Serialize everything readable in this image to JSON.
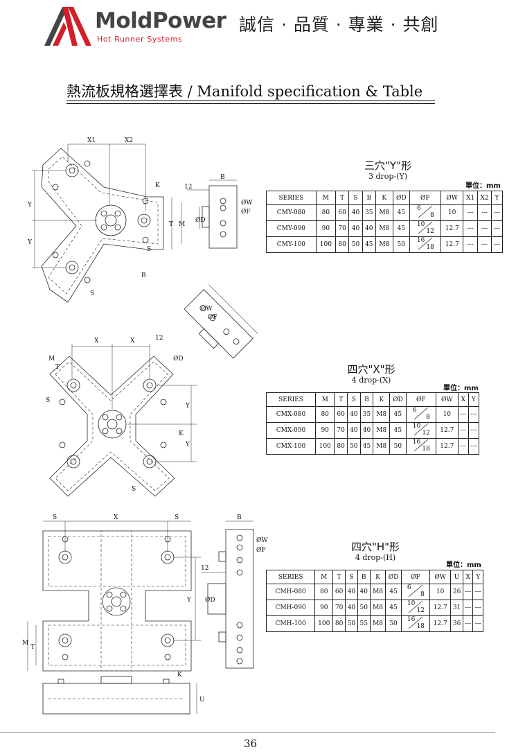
{
  "header": {
    "brand": "MoldPower",
    "sub_brand": "Hot Runner Systems",
    "slogan": "誠信 · 品質 · 專業 · 共創"
  },
  "title": "熱流板規格選擇表 / Manifold specification & Table",
  "sections": {
    "y": {
      "zh": "三穴\"Y\"形",
      "en": "3 drop-(Y)",
      "unit": "單位：mm",
      "headers": [
        "SERIES",
        "M",
        "T",
        "S",
        "B",
        "K",
        "ØD",
        "ØF",
        "ØW",
        "X1",
        "X2",
        "Y"
      ],
      "rows": [
        {
          "series": "CMY-080",
          "M": "80",
          "T": "60",
          "S": "40",
          "B": "35",
          "K": "M8",
          "D": "45",
          "F1": "6",
          "F2": "8",
          "W": "10",
          "c1": "---",
          "c2": "---",
          "c3": "---"
        },
        {
          "series": "CMY-090",
          "M": "90",
          "T": "70",
          "S": "40",
          "B": "40",
          "K": "M8",
          "D": "45",
          "F1": "10",
          "F2": "12",
          "W": "12.7",
          "c1": "---",
          "c2": "---",
          "c3": "---"
        },
        {
          "series": "CMY-100",
          "M": "100",
          "T": "80",
          "S": "50",
          "B": "45",
          "K": "M8",
          "D": "50",
          "F1": "16",
          "F2": "18",
          "W": "12.7",
          "c1": "---",
          "c2": "---",
          "c3": "---"
        }
      ]
    },
    "x": {
      "zh": "四穴\"X\"形",
      "en": "4 drop-(X)",
      "unit": "單位：mm",
      "headers": [
        "SERIES",
        "M",
        "T",
        "S",
        "B",
        "K",
        "ØD",
        "ØF",
        "ØW",
        "X",
        "Y"
      ],
      "rows": [
        {
          "series": "CMX-080",
          "M": "80",
          "T": "60",
          "S": "40",
          "B": "35",
          "K": "M8",
          "D": "45",
          "F1": "6",
          "F2": "8",
          "W": "10",
          "c1": "---",
          "c2": "---"
        },
        {
          "series": "CMX-090",
          "M": "90",
          "T": "70",
          "S": "40",
          "B": "40",
          "K": "M8",
          "D": "45",
          "F1": "10",
          "F2": "12",
          "W": "12.7",
          "c1": "---",
          "c2": "---"
        },
        {
          "series": "CMX-100",
          "M": "100",
          "T": "80",
          "S": "50",
          "B": "45",
          "K": "M8",
          "D": "50",
          "F1": "16",
          "F2": "18",
          "W": "12.7",
          "c1": "---",
          "c2": "---"
        }
      ]
    },
    "h": {
      "zh": "四穴\"H\"形",
      "en": "4 drop-(H)",
      "unit": "單位：mm",
      "headers": [
        "SERIES",
        "M",
        "T",
        "S",
        "B",
        "K",
        "ØD",
        "ØF",
        "ØW",
        "U",
        "X",
        "Y"
      ],
      "rows": [
        {
          "series": "CMH-080",
          "M": "80",
          "T": "60",
          "S": "40",
          "B": "40",
          "K": "M8",
          "D": "45",
          "F1": "6",
          "F2": "8",
          "W": "10",
          "U": "26",
          "c1": "---",
          "c2": "---"
        },
        {
          "series": "CMH-090",
          "M": "90",
          "T": "70",
          "S": "40",
          "B": "50",
          "K": "M8",
          "D": "45",
          "F1": "10",
          "F2": "12",
          "W": "12.7",
          "U": "31",
          "c1": "---",
          "c2": "---"
        },
        {
          "series": "CMH-100",
          "M": "100",
          "T": "80",
          "S": "50",
          "B": "55",
          "K": "M8",
          "D": "50",
          "F1": "16",
          "F2": "18",
          "W": "12.7",
          "U": "36",
          "c1": "---",
          "c2": "---"
        }
      ]
    }
  },
  "drawing_labels": {
    "x1": "X1",
    "x2": "X2",
    "x": "X",
    "y": "Y",
    "k": "K",
    "b": "B",
    "s": "S",
    "m": "M",
    "t": "T",
    "u": "U",
    "d": "ØD",
    "w": "ØW",
    "f": "ØF",
    "twelve": "12"
  },
  "page_number": "36"
}
